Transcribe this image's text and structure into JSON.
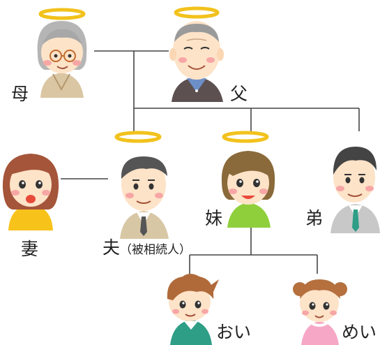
{
  "members": {
    "mother": {
      "label": "母"
    },
    "father": {
      "label": "父"
    },
    "wife": {
      "label": "妻"
    },
    "husband": {
      "label": "夫",
      "note": "（被相続人）"
    },
    "sister": {
      "label": "妹"
    },
    "brother": {
      "label": "弟"
    },
    "nephew": {
      "label": "おい"
    },
    "niece": {
      "label": "めい"
    }
  },
  "colors": {
    "halo": "#f2c21c",
    "line": "#444444",
    "skin": "#fde3c8",
    "cheek": "#f7a6a6"
  }
}
